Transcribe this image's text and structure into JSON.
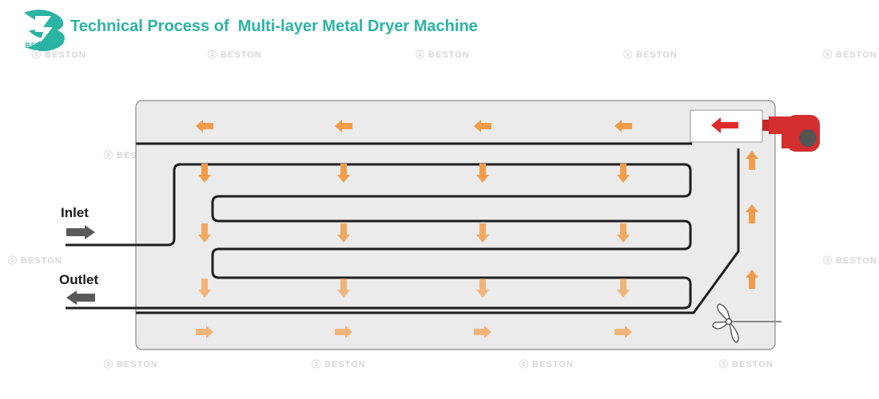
{
  "brand": {
    "name": "BESTON",
    "logo_icon": "beston-logo-icon",
    "color": "#2bb3a4"
  },
  "header": {
    "title": "Technical Process of  Multi-layer Metal Dryer Machine"
  },
  "labels": {
    "inlet": "Inlet",
    "outlet": "Outlet"
  },
  "watermark": {
    "text": "BESTON"
  },
  "colors": {
    "chamber_fill": "#ebebeb",
    "belt": "#1e1e1e",
    "airflow_arrow": "#f29c4a",
    "heat_arrow": "#e02b2b",
    "burner": "#d32f2f",
    "material_arrow": "#5a5a5a"
  },
  "icons": [
    "heater-burner-icon",
    "fan-icon",
    "airflow-arrow-icon",
    "material-flow-arrow-icon"
  ]
}
